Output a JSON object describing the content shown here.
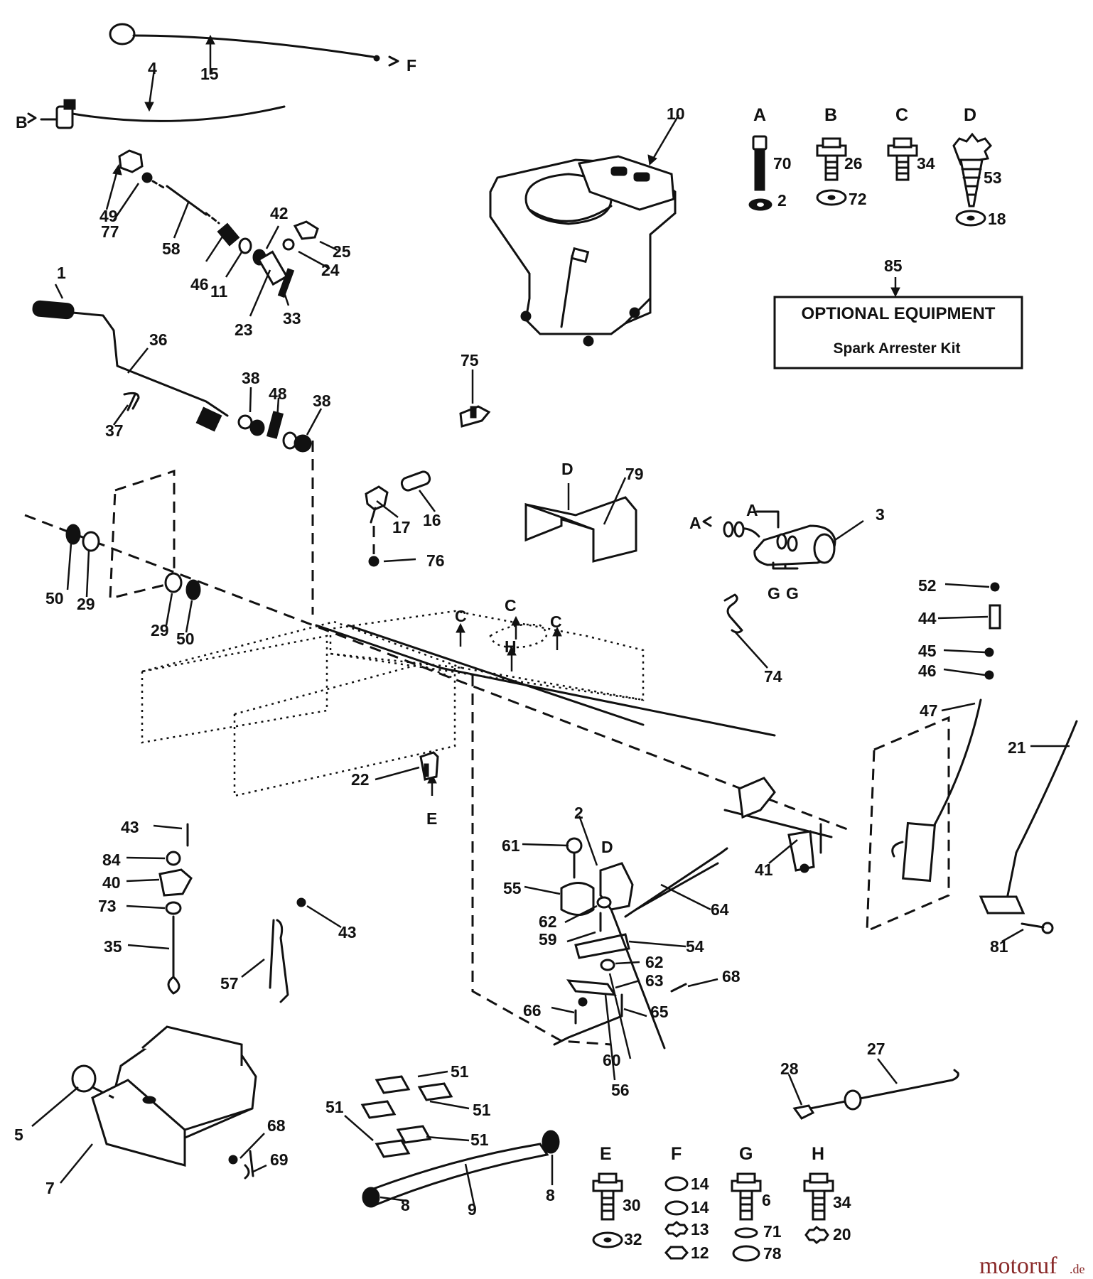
{
  "diagram": {
    "optional_equipment": {
      "number": "85",
      "title": "OPTIONAL EQUIPMENT",
      "subtitle": "Spark Arrester Kit"
    },
    "hardware_groups": [
      {
        "letter": "A",
        "items": [
          "70",
          "2"
        ]
      },
      {
        "letter": "B",
        "items": [
          "26",
          "72"
        ]
      },
      {
        "letter": "C",
        "items": [
          "34"
        ]
      },
      {
        "letter": "D",
        "items": [
          "53",
          "18"
        ]
      },
      {
        "letter": "E",
        "items": [
          "30",
          "32"
        ]
      },
      {
        "letter": "F",
        "items": [
          "14",
          "14",
          "13",
          "12"
        ]
      },
      {
        "letter": "G",
        "items": [
          "6",
          "71",
          "78"
        ]
      },
      {
        "letter": "H",
        "items": [
          "34",
          "20"
        ]
      }
    ],
    "callouts": [
      "15",
      "F",
      "4",
      "B",
      "10",
      "49",
      "77",
      "58",
      "42",
      "25",
      "24",
      "46",
      "11",
      "23",
      "33",
      "1",
      "36",
      "38",
      "48",
      "38",
      "37",
      "75",
      "D",
      "79",
      "17",
      "16",
      "76",
      "A",
      "A",
      "3",
      "G",
      "G",
      "50",
      "29",
      "29",
      "50",
      "C",
      "C",
      "C",
      "H",
      "74",
      "52",
      "44",
      "45",
      "46",
      "47",
      "22",
      "E",
      "21",
      "43",
      "84",
      "40",
      "73",
      "35",
      "2",
      "D",
      "61",
      "55",
      "62",
      "59",
      "54",
      "62",
      "63",
      "68",
      "64",
      "41",
      "81",
      "43",
      "57",
      "66",
      "65",
      "60",
      "56",
      "27",
      "28",
      "51",
      "51",
      "51",
      "51",
      "5",
      "7",
      "68",
      "69",
      "8",
      "9",
      "8"
    ],
    "watermark": {
      "brand": "motoruf",
      "tld": ".de"
    }
  }
}
